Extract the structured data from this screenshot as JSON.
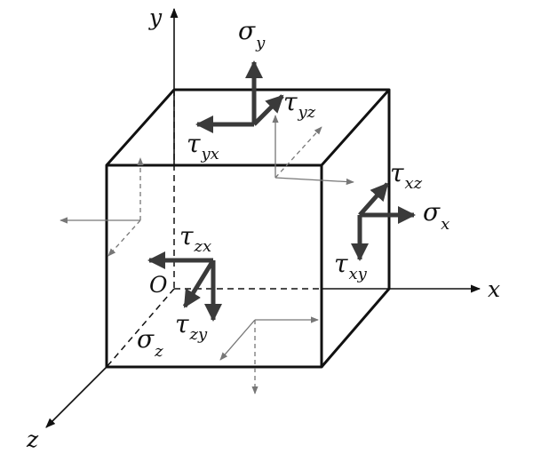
{
  "diagram": {
    "axes": {
      "x": "x",
      "y": "y",
      "z": "z",
      "origin": "O"
    },
    "stress_labels": {
      "sigma_y": {
        "symbol": "σ",
        "sub": "y"
      },
      "tau_yz": {
        "symbol": "τ",
        "sub": "yz"
      },
      "tau_yx": {
        "symbol": "τ",
        "sub": "yx"
      },
      "tau_xz": {
        "symbol": "τ",
        "sub": "xz"
      },
      "sigma_x": {
        "symbol": "σ",
        "sub": "x"
      },
      "tau_xy": {
        "symbol": "τ",
        "sub": "xy"
      },
      "tau_zx": {
        "symbol": "τ",
        "sub": "zx"
      },
      "tau_zy": {
        "symbol": "τ",
        "sub": "zy"
      },
      "sigma_z": {
        "symbol": "σ",
        "sub": "z"
      }
    },
    "colors": {
      "ink": "#111111",
      "primary_arrow": "#3a3a3a",
      "hidden_arrow": "#777777"
    }
  }
}
